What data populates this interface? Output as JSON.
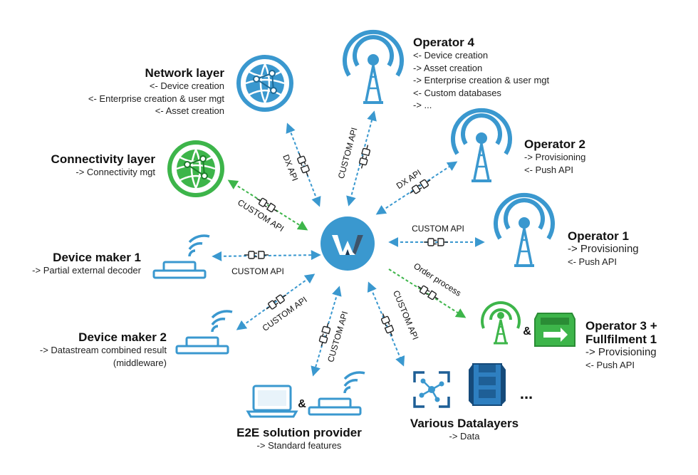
{
  "colors": {
    "blue": "#3a98cf",
    "green": "#3db54a",
    "hub": "#3a98cf",
    "text": "#111111"
  },
  "hub": {
    "icon": "w-logo-icon"
  },
  "nodes": {
    "network": {
      "title": "Network layer",
      "lines": [
        "<- Device creation",
        "<- Enterprise creation & user mgt",
        "<- Asset creation"
      ],
      "icon": "globe-icon"
    },
    "connectivity": {
      "title": "Connectivity layer",
      "lines": [
        "-> Connectivity mgt"
      ],
      "icon": "globe-icon"
    },
    "device1": {
      "title": "Device maker 1",
      "lines": [
        "-> Partial external decoder"
      ],
      "icon": "device-icon"
    },
    "device2": {
      "title": "Device maker 2",
      "lines": [
        "-> Datastream combined result",
        "(middleware)"
      ],
      "icon": "device-icon"
    },
    "e2e": {
      "title": "E2E solution provider",
      "lines": [
        "-> Standard features"
      ],
      "amp": "&",
      "icons": [
        "laptop-icon",
        "device-icon"
      ]
    },
    "datalayers": {
      "title": "Various Datalayers",
      "lines": [
        "-> Data"
      ],
      "more": "...",
      "icons": [
        "hub-network-icon",
        "database-stack-icon"
      ]
    },
    "op3": {
      "title_line1": "Operator 3 +",
      "title_line2": "Fullfilment 1",
      "lines": [
        "-> Provisioning",
        "<- Push API"
      ],
      "amp": "&",
      "icons": [
        "antenna-icon",
        "fulfilment-box-icon"
      ]
    },
    "op1": {
      "title": "Operator 1",
      "lines": [
        "-> Provisioning",
        "<- Push API"
      ],
      "icon": "antenna-icon"
    },
    "op2": {
      "title": "Operator 2",
      "lines": [
        "-> Provisioning",
        "<- Push API"
      ],
      "icon": "antenna-icon"
    },
    "op4": {
      "title": "Operator 4",
      "lines": [
        "<- Device creation",
        "-> Asset creation",
        "-> Enterprise creation & user mgt",
        "<- Custom databases",
        "-> ..."
      ],
      "icon": "antenna-icon"
    }
  },
  "connections": {
    "network": "DX API",
    "op4": "CUSTOM API",
    "op2": "DX API",
    "op1": "CUSTOM API",
    "op3": "Order process",
    "datalayers": "CUSTOM API",
    "e2e": "CUSTOM API",
    "device2": "CUSTOM API",
    "device1": "CUSTOM API",
    "connectivity": "CUSTOM API"
  }
}
